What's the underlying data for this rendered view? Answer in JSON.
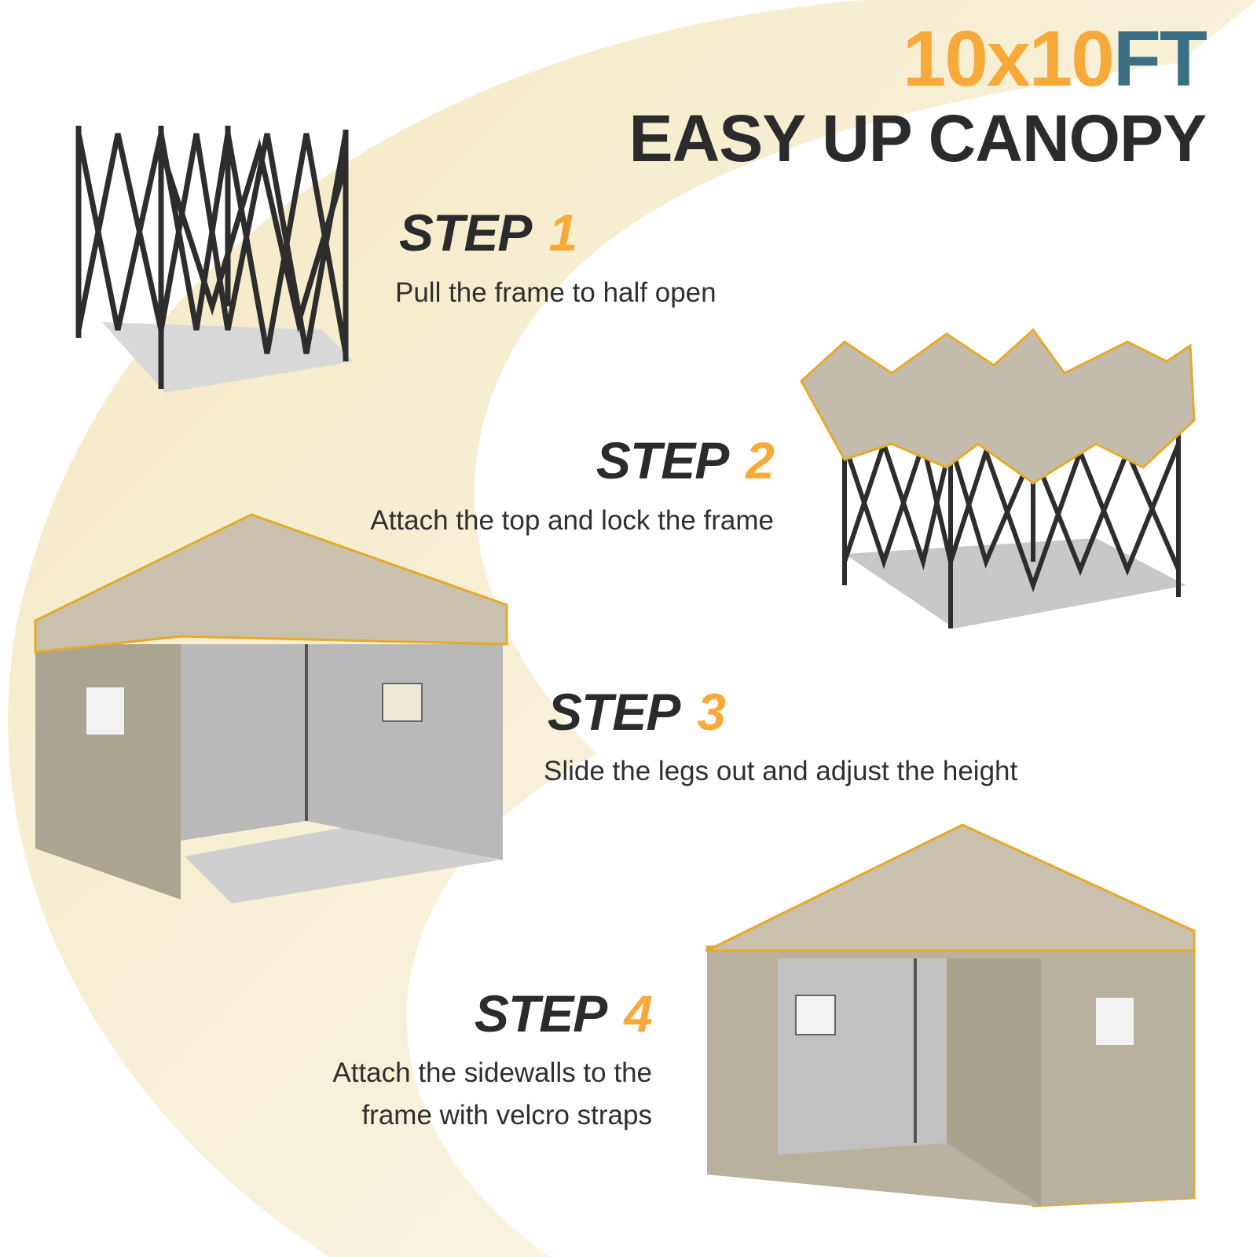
{
  "title": {
    "size_part": "10x10",
    "unit_part": "FT",
    "subtitle": "EASY UP CANOPY"
  },
  "steps": [
    {
      "label": "STEP",
      "number": "1",
      "description": "Pull the frame to half open"
    },
    {
      "label": "STEP",
      "number": "2",
      "description": "Attach the top and lock the frame"
    },
    {
      "label": "STEP",
      "number": "3",
      "description": "Slide the legs out and adjust the height"
    },
    {
      "label": "STEP",
      "number": "4",
      "description_lines": [
        "Attach the sidewalls to the",
        "frame with velcro straps"
      ]
    }
  ],
  "colors": {
    "accent": "#f7a93a",
    "unit": "#3c6f86",
    "text": "#2b2b2b",
    "arc": "#f5eccb",
    "canopy": "#c9c1ae"
  }
}
